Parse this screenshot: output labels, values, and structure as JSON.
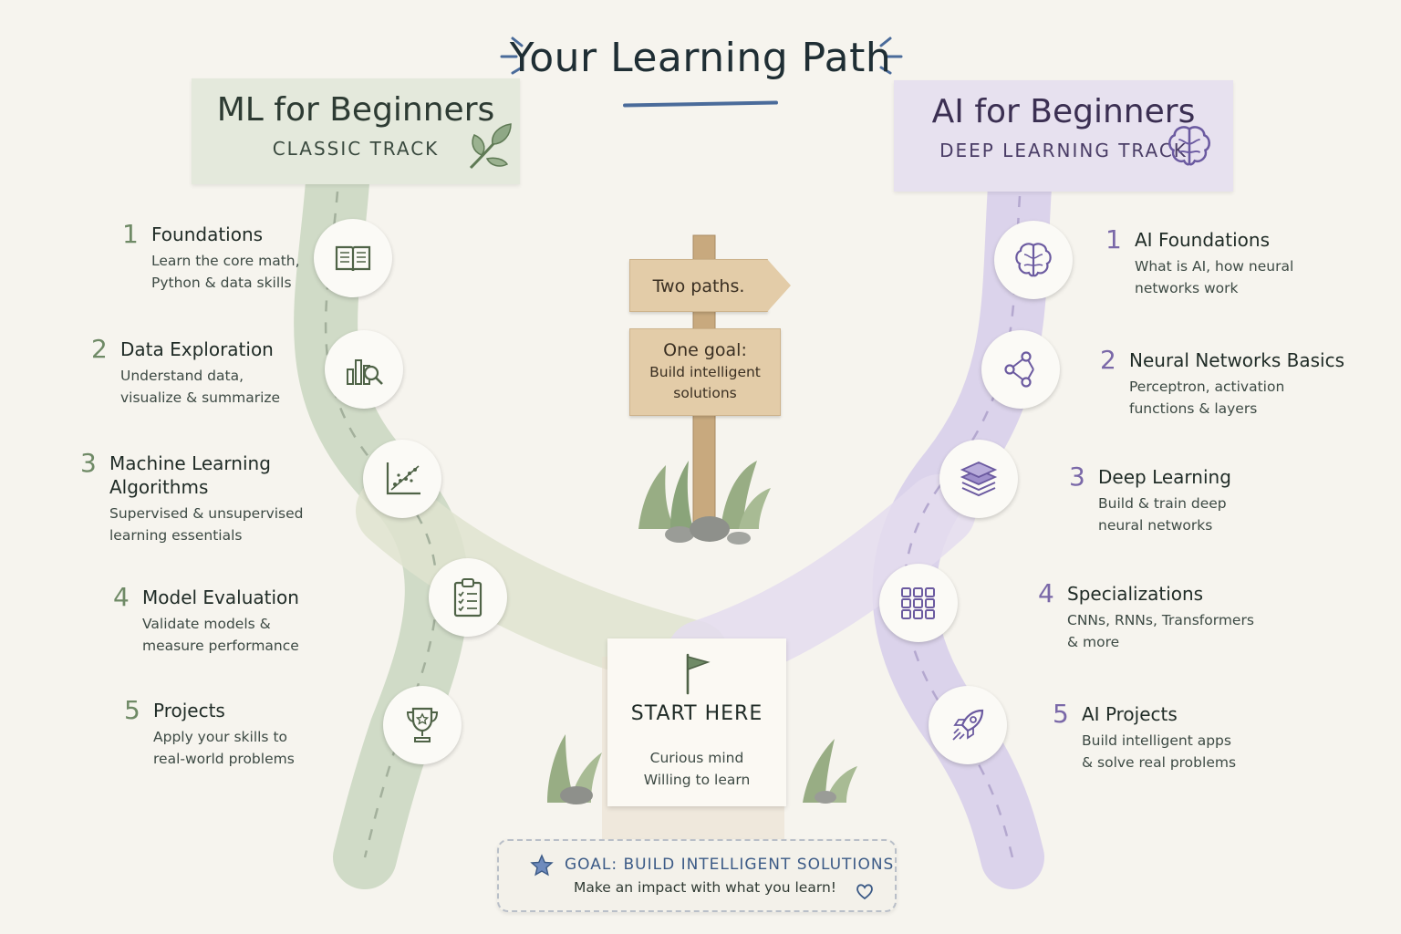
{
  "title": "Your Learning Path",
  "tracks": {
    "ml": {
      "title": "ML for Beginners",
      "subtitle": "CLASSIC TRACK",
      "icon": "leaf-icon",
      "color": "#8fa886",
      "steps": [
        {
          "num": "1",
          "title": "Foundations",
          "desc": [
            "Learn the core math,",
            "Python & data skills"
          ],
          "icon": "open-book-icon"
        },
        {
          "num": "2",
          "title": "Data Exploration",
          "desc": [
            "Understand data,",
            "visualize & summarize"
          ],
          "icon": "bar-chart-magnifier-icon"
        },
        {
          "num": "3",
          "title": "Machine Learning",
          "title2": "Algorithms",
          "desc": [
            "Supervised & unsupervised",
            "learning essentials"
          ],
          "icon": "scatter-plot-icon"
        },
        {
          "num": "4",
          "title": "Model Evaluation",
          "desc": [
            "Validate models &",
            "measure performance"
          ],
          "icon": "clipboard-checklist-icon"
        },
        {
          "num": "5",
          "title": "Projects",
          "desc": [
            "Apply your skills to",
            "real-world problems"
          ],
          "icon": "trophy-icon"
        }
      ]
    },
    "ai": {
      "title": "AI for Beginners",
      "subtitle": "DEEP LEARNING TRACK",
      "icon": "brain-icon",
      "color": "#8f7fc0",
      "steps": [
        {
          "num": "1",
          "title": "AI Foundations",
          "desc": [
            "What is AI, how neural",
            "networks work"
          ],
          "icon": "brain-icon"
        },
        {
          "num": "2",
          "title": "Neural Networks Basics",
          "desc": [
            "Perceptron, activation",
            "functions & layers"
          ],
          "icon": "network-nodes-icon"
        },
        {
          "num": "3",
          "title": "Deep Learning",
          "desc": [
            "Build & train deep",
            "neural networks"
          ],
          "icon": "layers-stack-icon"
        },
        {
          "num": "4",
          "title": "Specializations",
          "desc": [
            "CNNs, RNNs, Transformers",
            "& more"
          ],
          "icon": "grid-icon"
        },
        {
          "num": "5",
          "title": "AI Projects",
          "desc": [
            "Build intelligent apps",
            "& solve real problems"
          ],
          "icon": "rocket-icon"
        }
      ]
    }
  },
  "signpost": {
    "top": "Two paths.",
    "bottom_line1": "One goal:",
    "bottom_line2": "Build intelligent",
    "bottom_line3": "solutions"
  },
  "start": {
    "label": "START HERE",
    "line1": "Curious mind",
    "line2": "Willing to learn",
    "icon": "flag-icon"
  },
  "goal": {
    "title": "GOAL: BUILD INTELLIGENT SOLUTIONS",
    "subtitle": "Make an impact with what you learn!",
    "icon_left": "star-icon",
    "icon_right": "heart-icon",
    "accent": "#3b5a86"
  }
}
